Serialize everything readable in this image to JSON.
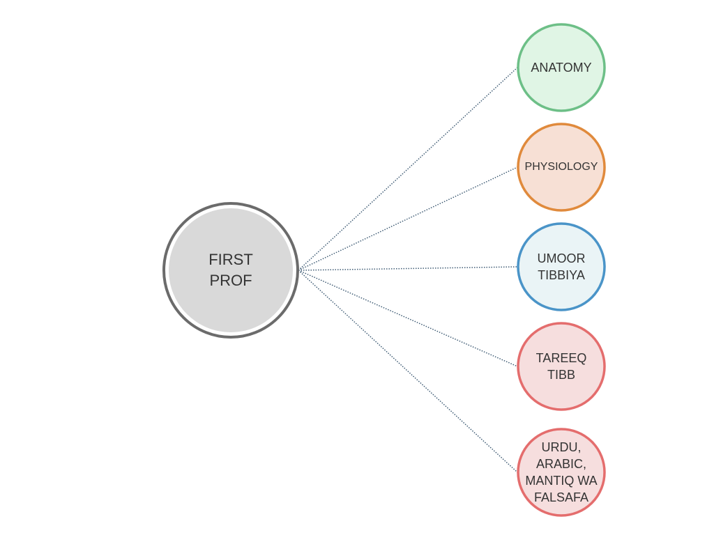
{
  "center": {
    "label": "FIRST\nPROF",
    "stroke": "#6b6b6b",
    "fill": "#d9d9d9"
  },
  "nodes": [
    {
      "label": "ANATOMY",
      "stroke": "#6dbf87",
      "fill": "#e0f5e5"
    },
    {
      "label": "PHYSIOLOGY",
      "stroke": "#e08a3c",
      "fill": "#f7e0d5"
    },
    {
      "label": "UMOOR\nTIBBIYA",
      "stroke": "#4a94c8",
      "fill": "#eaf4f6"
    },
    {
      "label": "TAREEQ\nTIBB",
      "stroke": "#e46d6d",
      "fill": "#f6dede"
    },
    {
      "label": "URDU,\nARABIC,\nMANTIQ WA\nFALSAFA",
      "stroke": "#e46d6d",
      "fill": "#f6dede"
    }
  ],
  "connector_color": "#3d5a73"
}
